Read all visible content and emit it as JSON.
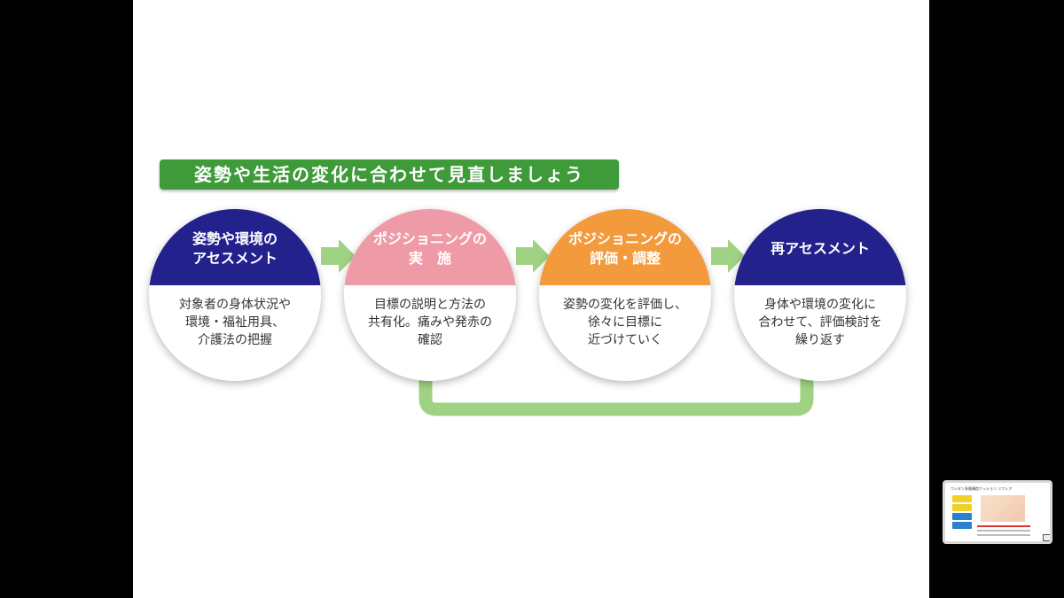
{
  "title": "姿勢や生活の変化に合わせて見直しましょう",
  "colors": {
    "title_bg": "#3f9a3a",
    "arrow": "#9fd383",
    "step1": "#23228d",
    "step2": "#ef9aa7",
    "step3": "#f39a3c",
    "step4": "#23228d"
  },
  "steps": [
    {
      "heading": [
        "姿勢や環境の",
        "アセスメント"
      ],
      "body": [
        "対象者の身体状況や",
        "環境・福祉用具、",
        "介護法の把握"
      ]
    },
    {
      "heading": [
        "ポジショニングの",
        "実　施"
      ],
      "body": [
        "目標の説明と方法の",
        "共有化。痛みや発赤の",
        "確認"
      ]
    },
    {
      "heading": [
        "ポジショニングの",
        "評価・調整"
      ],
      "body": [
        "姿勢の変化を評価し、",
        "徐々に目標に",
        "近づけていく"
      ]
    },
    {
      "heading": [
        "再アセスメント"
      ],
      "body": [
        "身体や環境の変化に",
        "合わせて、評価検討を",
        "繰り返す"
      ]
    }
  ],
  "thumbnail": {
    "title": "ウレタン多層構造クッション リフレア"
  }
}
